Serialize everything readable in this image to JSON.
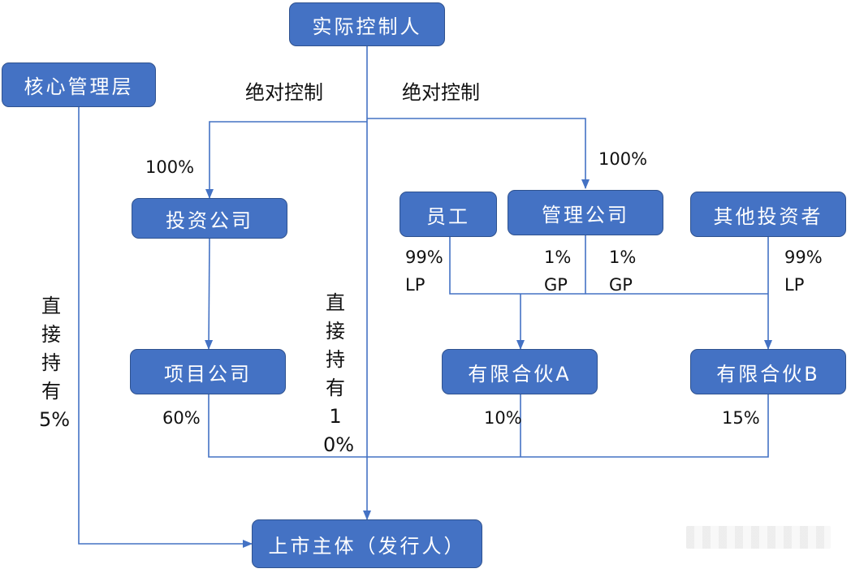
{
  "nodes": {
    "controller": "实际控制人",
    "core_mgmt": "核心管理层",
    "invest_co": "投资公司",
    "staff": "员工",
    "mgmt_co": "管理公司",
    "other_investors": "其他投资者",
    "project_co": "项目公司",
    "lp_a": "有限合伙A",
    "lp_b": "有限合伙B",
    "issuer": "上市主体（发行人）"
  },
  "labels": {
    "abs_control_left": "绝对控制",
    "abs_control_right": "绝对控制",
    "pct_invest_100": "100%",
    "pct_mgmt_100": "100%",
    "staff_lp": "99%\nLP",
    "mgmt_gp_a": "1%\nGP",
    "mgmt_gp_b": "1%\nGP",
    "other_lp": "99%\nLP",
    "direct_core": "直接持有5%",
    "direct_ctrl": "直接持有10%",
    "pct_project_60": "60%",
    "pct_lpa_10": "10%",
    "pct_lpb_15": "15%"
  },
  "colors": {
    "box_fill": "#4472c4",
    "box_border": "#2f528f",
    "box_text": "#ffffff",
    "line": "#4472c4"
  }
}
